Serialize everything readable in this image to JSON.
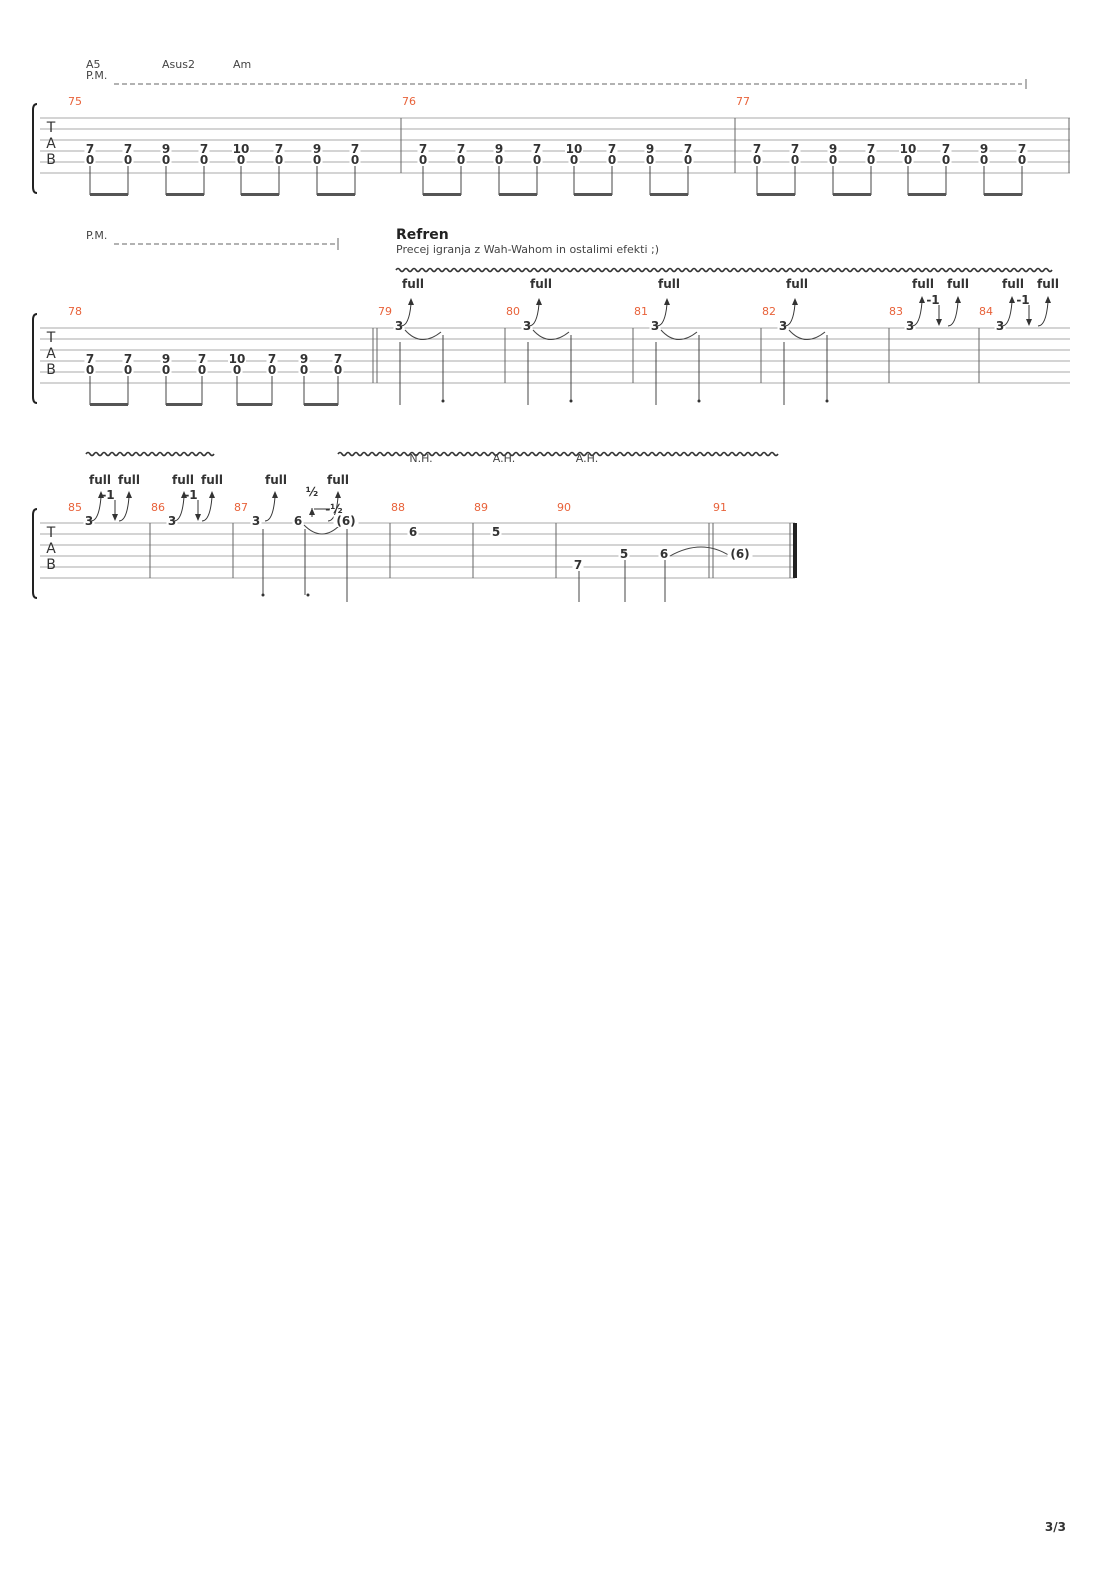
{
  "page": {
    "number": "3/3"
  },
  "system1": {
    "chords": [
      "A5",
      "Asus2",
      "Am"
    ],
    "pm": "P.M.",
    "bars": [
      {
        "num": "75",
        "top": [
          "7",
          "7",
          "9",
          "7",
          "10",
          "7",
          "9",
          "7"
        ],
        "bottom": [
          "0",
          "0",
          "0",
          "0",
          "0",
          "0",
          "0",
          "0"
        ]
      },
      {
        "num": "76",
        "top": [
          "7",
          "7",
          "9",
          "7",
          "10",
          "7",
          "9",
          "7"
        ],
        "bottom": [
          "0",
          "0",
          "0",
          "0",
          "0",
          "0",
          "0",
          "0"
        ]
      },
      {
        "num": "77",
        "top": [
          "7",
          "7",
          "9",
          "7",
          "10",
          "7",
          "9",
          "7"
        ],
        "bottom": [
          "0",
          "0",
          "0",
          "0",
          "0",
          "0",
          "0",
          "0"
        ]
      }
    ]
  },
  "system2": {
    "pm": "P.M.",
    "section_title": "Refren",
    "section_note": "Precej igranja z Wah-Wahom in ostalimi efekti ;)",
    "bar78": {
      "num": "78",
      "top": [
        "7",
        "7",
        "9",
        "7",
        "10",
        "7",
        "9",
        "7"
      ],
      "bottom": [
        "0",
        "0",
        "0",
        "0",
        "0",
        "0",
        "0",
        "0"
      ]
    },
    "bend_bars": [
      {
        "num": "79",
        "fret": "3",
        "bend": "full"
      },
      {
        "num": "80",
        "fret": "3",
        "bend": "full"
      },
      {
        "num": "81",
        "fret": "3",
        "bend": "full"
      },
      {
        "num": "82",
        "fret": "3",
        "bend": "full"
      }
    ],
    "double_bend_bars": [
      {
        "num": "83",
        "fret": "3",
        "bend1": "full",
        "release": "-1",
        "bend2": "full"
      },
      {
        "num": "84",
        "fret": "3",
        "bend1": "full",
        "release": "-1",
        "bend2": "full"
      }
    ]
  },
  "system3": {
    "bars": [
      "85",
      "86",
      "87",
      "88",
      "89",
      "90",
      "91"
    ],
    "double_bends": [
      {
        "fret": "3",
        "bend1": "full",
        "release": "-1",
        "bend2": "full"
      },
      {
        "fret": "3",
        "bend1": "full",
        "release": "-1",
        "bend2": "full"
      }
    ],
    "bar87": {
      "fret1": "3",
      "bend1": "full",
      "fret2": "6",
      "half": "½",
      "release": "-½",
      "bend2": "full",
      "held": "(6)"
    },
    "harmonics": [
      "N.H.",
      "A.H.",
      "A.H."
    ],
    "bar88": "6",
    "bar89": "5",
    "bar90": [
      "7",
      "5",
      "6"
    ],
    "bar91": "(6)"
  }
}
